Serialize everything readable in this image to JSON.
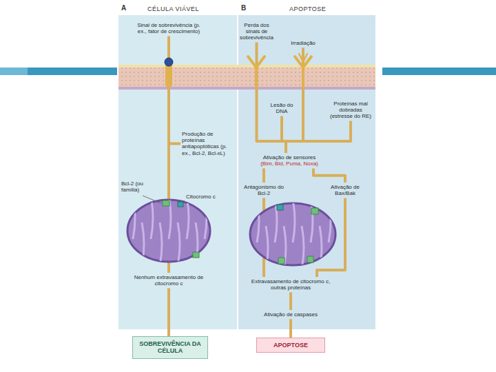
{
  "diagram": {
    "nodes": [
      {
        "text": [
          "Sinal de sobrevivência (p. ex., fator de crescimento)"
        ]
      },
      {
        "text": [
          "Perda dos sinais de sobrevivência"
        ]
      },
      {
        "text": [
          "Irradiação"
        ]
      },
      {
        "text": [
          "Produção de proteínas antiapoptóticas (p. ex., Bcl-2, Bcl-xL)"
        ]
      },
      {
        "text": [
          "Lesão do DNA"
        ]
      },
      {
        "text": [
          "Proteínas mal dobradas (estresse do RE)"
        ]
      },
      {
        "text": [
          "Ativação de sensores",
          "(Bim, Bid, Puma, Noxa)"
        ]
      },
      {
        "text": [
          "Antagonismo do Bcl-2"
        ]
      },
      {
        "text": [
          "Ativação de Bax/Bak"
        ]
      },
      {
        "text": [
          "Nenhum extravasamento de citocromo c"
        ]
      },
      {
        "text": [
          "Extravasamento de citocromo c, outras proteínas"
        ]
      },
      {
        "text": [
          "Ativação de caspases"
        ]
      },
      {
        "text": [
          "SOBREVIVÊNCIA DA CÉLULA"
        ]
      },
      {
        "text": [
          "APOPTOSE"
        ]
      }
    ],
    "edges": [
      {
        "from": 0,
        "to": 9,
        "arrow": "none"
      },
      {
        "from": 1,
        "to": 6,
        "arrow": "none"
      },
      {
        "from": 2,
        "to": 6,
        "arrow": "none"
      },
      {
        "from": 3,
        "to": 9,
        "arrow": "none"
      },
      {
        "from": 4,
        "to": 6,
        "arrow": "none"
      },
      {
        "from": 5,
        "to": 6,
        "arrow": "none"
      },
      {
        "from": 6,
        "to": 7,
        "arrow": "none"
      },
      {
        "from": 6,
        "to": 8,
        "arrow": "none"
      },
      {
        "from": 7,
        "to": 10,
        "arrow": "none"
      },
      {
        "from": 8,
        "to": 10,
        "arrow": "none"
      },
      {
        "from": 9,
        "to": 12,
        "arrow": "none"
      },
      {
        "from": 10,
        "to": 11,
        "arrow": "none"
      },
      {
        "from": 11,
        "to": 13,
        "arrow": "none"
      }
    ],
    "labels": [
      "A",
      "CÉLULA VIÁVEL",
      "B",
      "APOPTOSE",
      "Bcl-2 (ou família)",
      "Citocromo c"
    ]
  }
}
